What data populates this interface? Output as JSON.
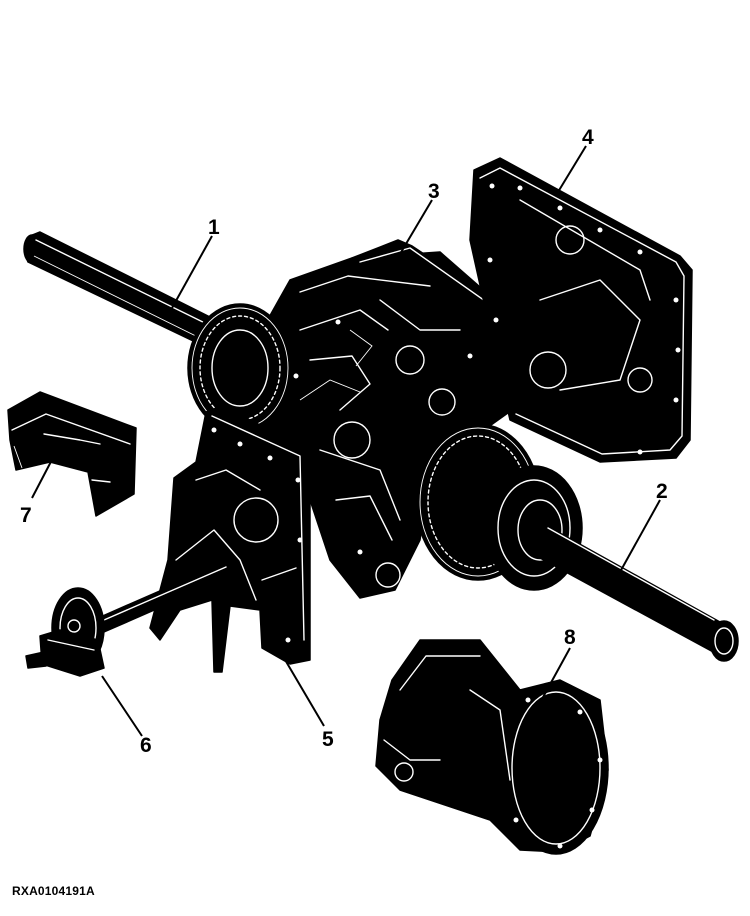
{
  "callouts": [
    {
      "id": "1",
      "label": "1"
    },
    {
      "id": "2",
      "label": "2"
    },
    {
      "id": "3",
      "label": "3"
    },
    {
      "id": "4",
      "label": "4"
    },
    {
      "id": "5",
      "label": "5"
    },
    {
      "id": "6",
      "label": "6"
    },
    {
      "id": "7",
      "label": "7"
    },
    {
      "id": "8",
      "label": "8"
    }
  ],
  "figure_code": "RXA0104191A"
}
